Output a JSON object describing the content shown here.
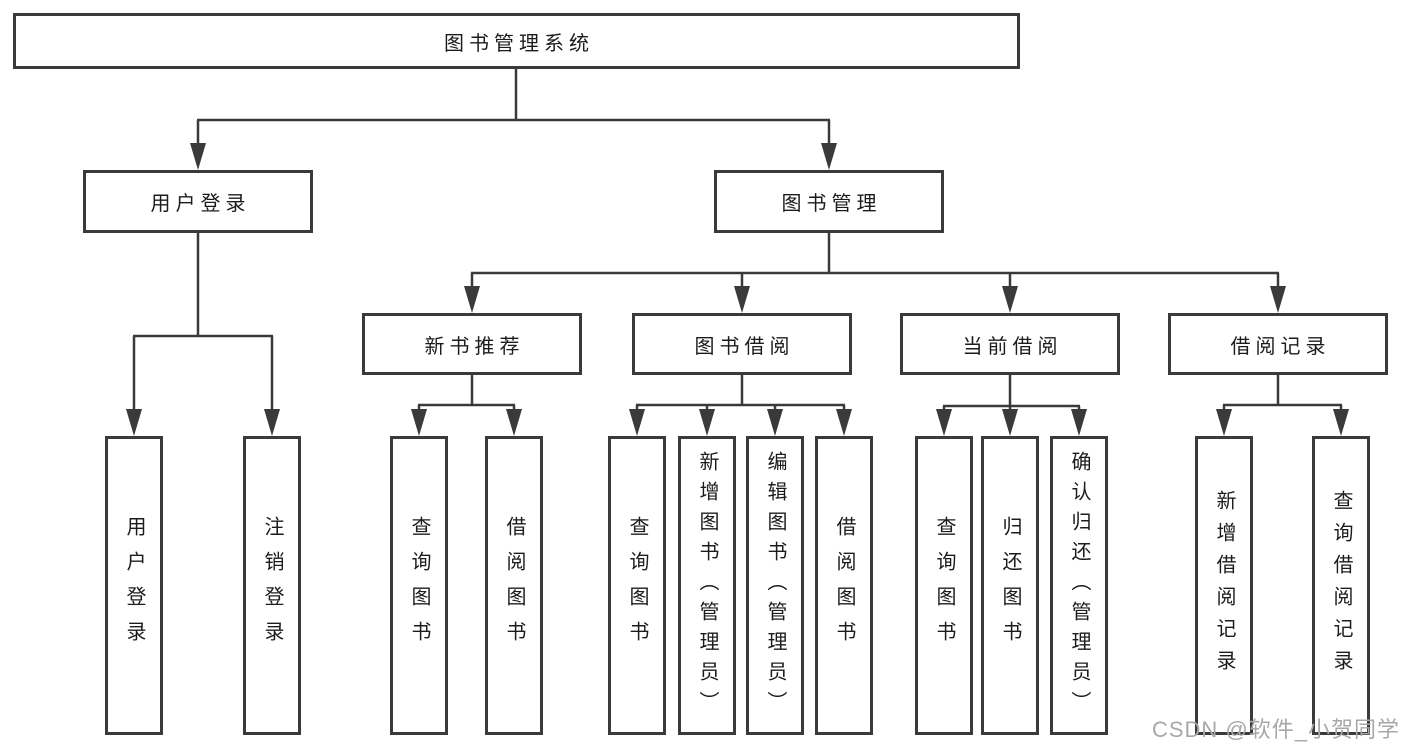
{
  "tree": {
    "label": "图书管理系统",
    "children": [
      {
        "label": "用户登录",
        "children": [
          {
            "label": "用户登录"
          },
          {
            "label": "注销登录"
          }
        ]
      },
      {
        "label": "图书管理",
        "children": [
          {
            "label": "新书推荐",
            "children": [
              {
                "label": "查询图书"
              },
              {
                "label": "借阅图书"
              }
            ]
          },
          {
            "label": "图书借阅",
            "children": [
              {
                "label": "查询图书"
              },
              {
                "label": "新增图书（管理员）"
              },
              {
                "label": "编辑图书（管理员）"
              },
              {
                "label": "借阅图书"
              }
            ]
          },
          {
            "label": "当前借阅",
            "children": [
              {
                "label": "查询图书"
              },
              {
                "label": "归还图书"
              },
              {
                "label": "确认归还（管理员）"
              }
            ]
          },
          {
            "label": "借阅记录",
            "children": [
              {
                "label": "新增借阅记录"
              },
              {
                "label": "查询借阅记录"
              }
            ]
          }
        ]
      }
    ]
  },
  "watermark": "CSDN @软件_小贺同学",
  "colors": {
    "line": "#3a3a3a",
    "text": "#1c1c1c",
    "watermark": "#a8a8a8",
    "background": "#ffffff"
  }
}
